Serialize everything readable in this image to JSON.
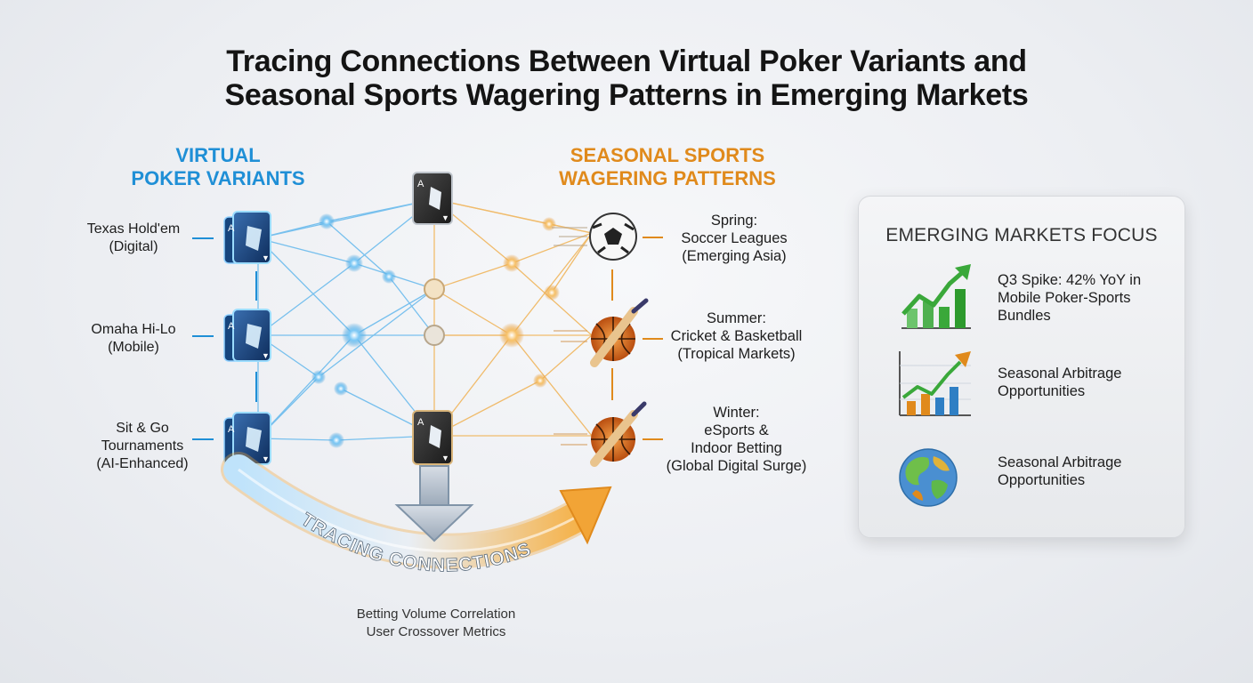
{
  "title": {
    "line1": "Tracing Connections Between Virtual Poker Variants and",
    "line2": "Seasonal Sports Wagering Patterns in Emerging Markets"
  },
  "left_column": {
    "heading_line1": "VIRTUAL",
    "heading_line2": "POKER VARIANTS",
    "items": [
      {
        "line1": "Texas Hold'em",
        "line2": "(Digital)"
      },
      {
        "line1": "Omaha Hi-Lo",
        "line2": "(Mobile)"
      },
      {
        "line1": "Sit & Go",
        "line2": "Tournaments",
        "line3": "(AI-Enhanced)"
      }
    ]
  },
  "right_column": {
    "heading_line1": "SEASONAL SPORTS",
    "heading_line2": "WAGERING PATTERNS",
    "items": [
      {
        "line1": "Spring:",
        "line2": "Soccer Leagues",
        "line3": "(Emerging Asia)"
      },
      {
        "line1": "Summer:",
        "line2": "Cricket & Basketball",
        "line3": "(Tropical Markets)"
      },
      {
        "line1": "Winter:",
        "line2": "eSports &",
        "line3": "Indoor Betting",
        "line4": "(Global Digital Surge)"
      }
    ]
  },
  "arrow_label": "TRACING CONNECTIONS",
  "footer": {
    "line1": "Betting Volume Correlation",
    "line2": "User Crossover Metrics"
  },
  "panel": {
    "title": "EMERGING MARKETS FOCUS",
    "items": [
      {
        "icon": "growth-chart-icon",
        "line1": "Q3 Spike: 42% YoY in",
        "line2": "Mobile Poker-Sports",
        "line3": "Bundles"
      },
      {
        "icon": "trend-chart-icon",
        "line1": "Seasonal Arbitrage",
        "line2": "Opportunities"
      },
      {
        "icon": "globe-icon",
        "line1": "Seasonal Arbitrage",
        "line2": "Opportunities"
      }
    ]
  },
  "colors": {
    "blue": "#1f8fd6",
    "orange": "#e08a1c",
    "green": "#3aa83a",
    "dark": "#141414"
  }
}
